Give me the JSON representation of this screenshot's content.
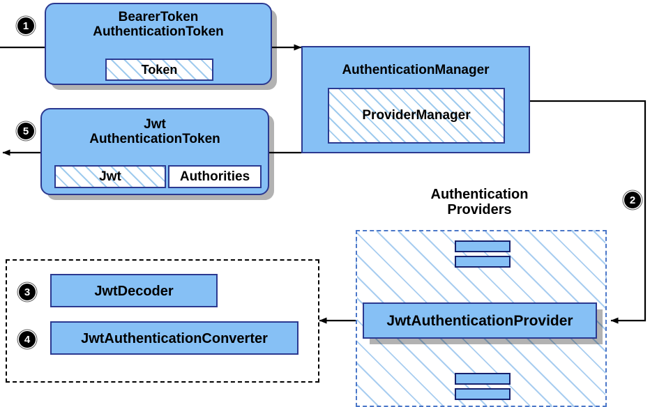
{
  "diagram": {
    "title": "Spring Security JWT Bearer Token Authentication Flow",
    "colors": {
      "node_fill": "#86C0F5",
      "node_border": "#2B3990",
      "hatch_line": "#9FCBEE",
      "dashed_blue": "#4A76C8",
      "dashed_black": "#000000",
      "shadow_dark": "#8E8E8E",
      "shadow_light": "#E4E4E4",
      "badge_fill": "#000000",
      "badge_text": "#FFFFFF"
    }
  },
  "nodes": {
    "bearer_token": {
      "title": "BearerToken\nAuthenticationToken",
      "slots": [
        {
          "label": "Token",
          "hatched": true
        }
      ]
    },
    "jwt_token": {
      "title": "Jwt\nAuthenticationToken",
      "slots": [
        {
          "label": "Jwt",
          "hatched": true
        },
        {
          "label": "Authorities",
          "hatched": false
        }
      ]
    },
    "authentication_manager": {
      "title": "AuthenticationManager",
      "slots": [
        {
          "label": "ProviderManager",
          "hatched": true
        }
      ]
    },
    "providers_group": {
      "title": "Authentication\nProviders"
    },
    "jwt_auth_provider": {
      "title": "JwtAuthenticationProvider"
    },
    "jwt_decoder": {
      "title": "JwtDecoder"
    },
    "jwt_auth_converter": {
      "title": "JwtAuthenticationConverter"
    }
  },
  "badges": [
    {
      "id": "step-1",
      "label": "❶",
      "number": "1"
    },
    {
      "id": "step-5",
      "label": "❺",
      "number": "5"
    },
    {
      "id": "step-2",
      "label": "❷",
      "number": "2"
    },
    {
      "id": "step-3",
      "label": "❸",
      "number": "3"
    },
    {
      "id": "step-4",
      "label": "❹",
      "number": "4"
    }
  ],
  "peer_bars": {
    "top": [
      {
        "label": ""
      },
      {
        "label": ""
      }
    ],
    "bottom": [
      {
        "label": ""
      },
      {
        "label": ""
      }
    ]
  }
}
